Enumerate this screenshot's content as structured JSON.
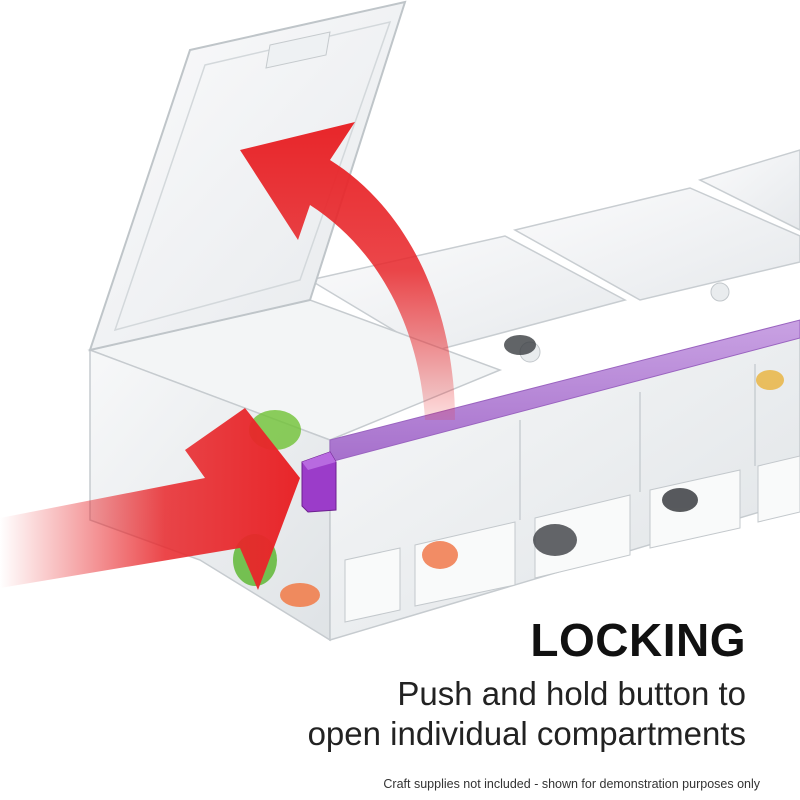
{
  "colors": {
    "arrow_red": "#e8262a",
    "latch_purple": "#9b3cc9",
    "strip_purple": "#b98ad6",
    "plastic_clear": "#eef1f3"
  },
  "headline": "LOCKING",
  "subline": {
    "line1": "Push and hold button to",
    "line2": "open individual compartments"
  },
  "disclaimer": "Craft supplies not included - shown for demonstration purposes only",
  "icons": [
    "curved-up-arrow-icon",
    "push-arrow-icon",
    "latch-button"
  ]
}
